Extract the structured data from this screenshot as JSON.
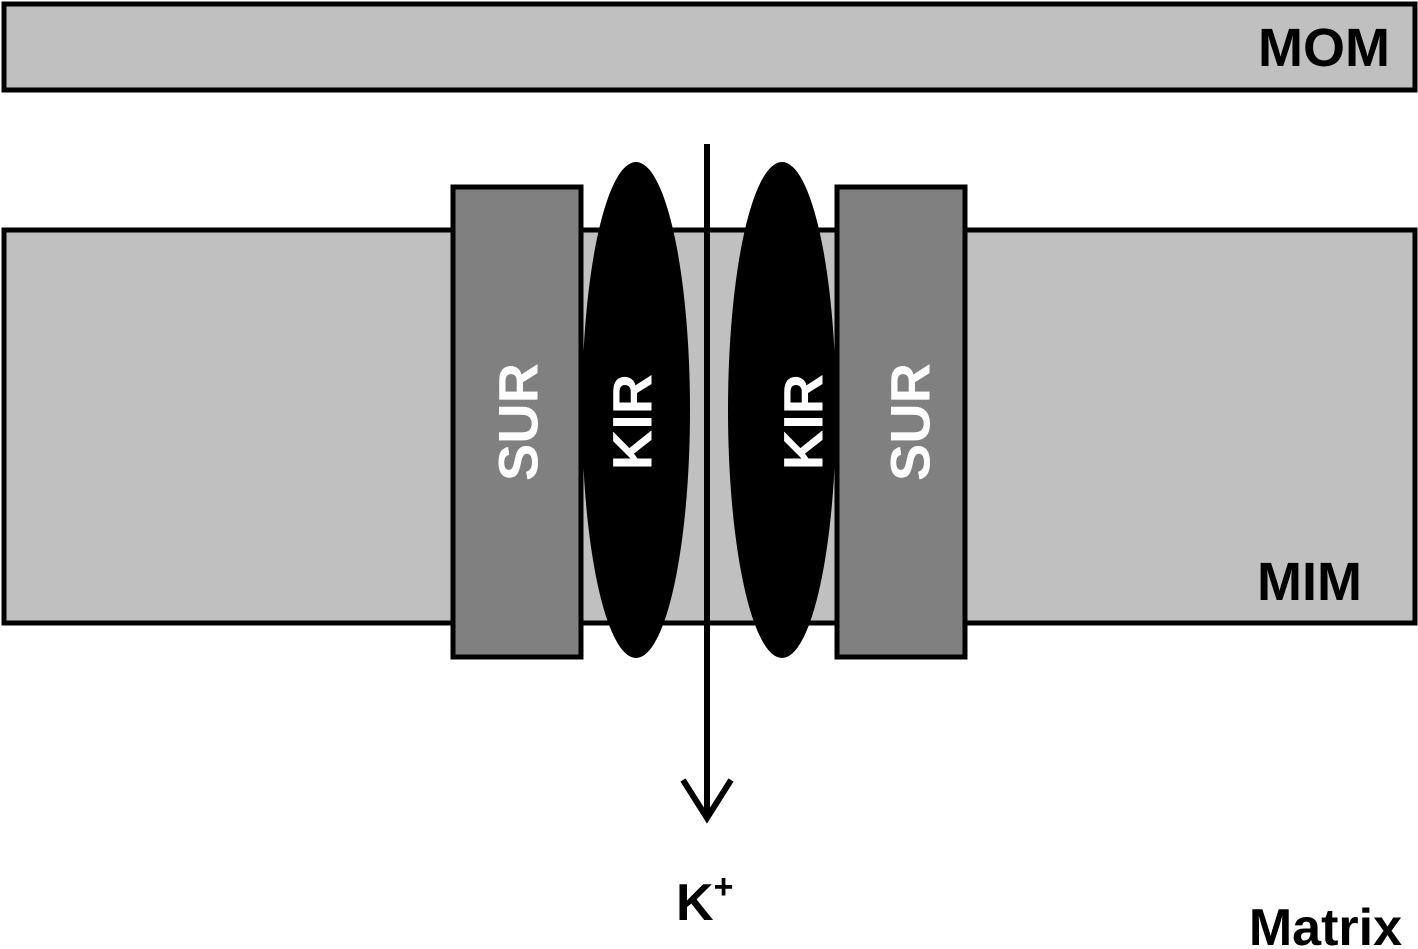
{
  "labels": {
    "outer_membrane": "MOM",
    "inner_membrane": "MIM",
    "matrix": "Matrix",
    "sur_left": "SUR",
    "kir_left": "KIR",
    "kir_right": "KIR",
    "sur_right": "SUR",
    "ion_base": "K",
    "ion_charge": "+"
  },
  "colors": {
    "membrane_fill": "#c0c0c0",
    "sur_fill": "#808080",
    "kir_fill": "#000000",
    "outline": "#000000",
    "background": "#ffffff"
  }
}
